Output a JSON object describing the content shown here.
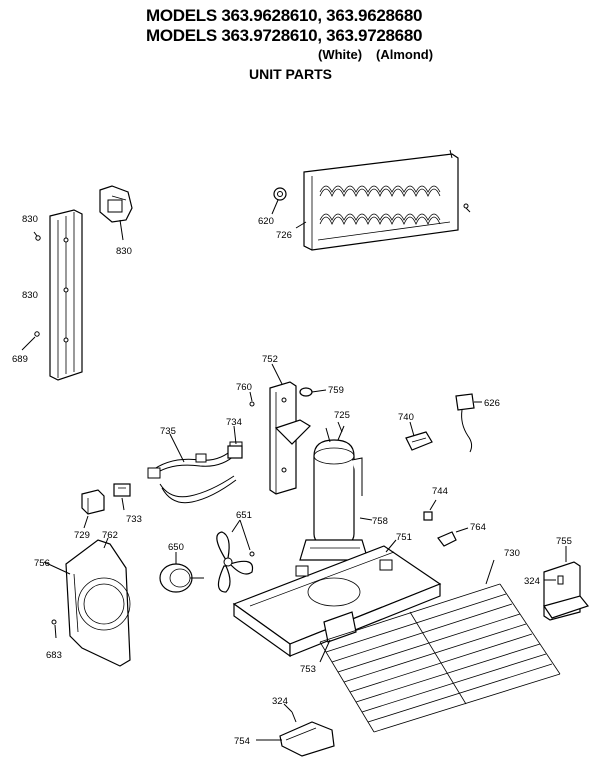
{
  "header": {
    "title_line1": "MODELS 363.9628610, 363.9628680",
    "title_line2": "MODELS 363.9728610, 363.9728680",
    "variant_white": "(White)",
    "variant_almond": "(Almond)",
    "subtitle": "UNIT PARTS"
  },
  "callouts": {
    "c830a": "830",
    "c830b": "830",
    "c830c": "830",
    "c689": "689",
    "c620": "620",
    "c726": "726",
    "c752": "752",
    "c760": "760",
    "c759": "759",
    "c725": "725",
    "c740": "740",
    "c626": "626",
    "c735": "735",
    "c734": "734",
    "c744": "744",
    "c729": "729",
    "c733": "733",
    "c651": "651",
    "c758": "758",
    "c764": "764",
    "c762": "762",
    "c756": "756",
    "c650": "650",
    "c751": "751",
    "c730": "730",
    "c755": "755",
    "c324a": "324",
    "c683": "683",
    "c753": "753",
    "c324b": "324",
    "c754": "754"
  }
}
